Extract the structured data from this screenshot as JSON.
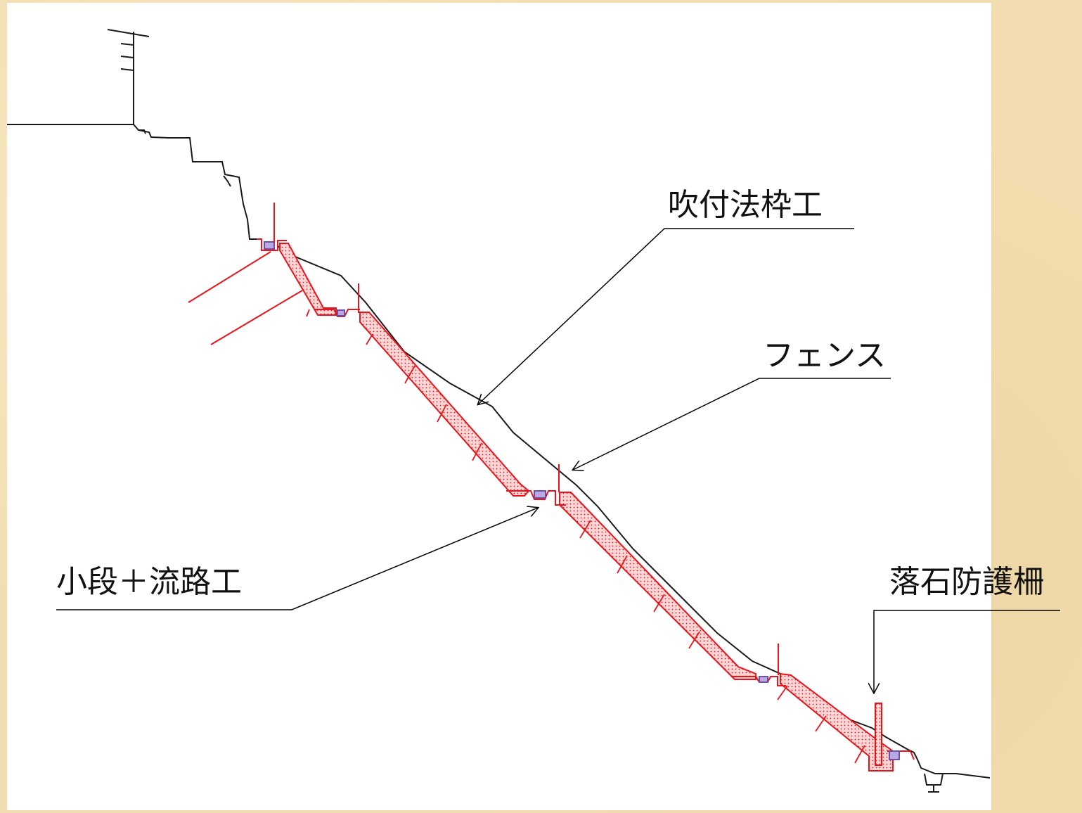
{
  "labels": {
    "frame": "吹付法枠工",
    "fence": "フェンス",
    "berm": "小段＋流路工",
    "rockfall": "落石防護柵"
  },
  "colors": {
    "structure": "#e8141a",
    "ground": "#222222",
    "hatch_fill": "#f6b8b8",
    "drain": "#6f4fa8",
    "canvas": "#ffffff",
    "background": "#f2ddb0"
  }
}
